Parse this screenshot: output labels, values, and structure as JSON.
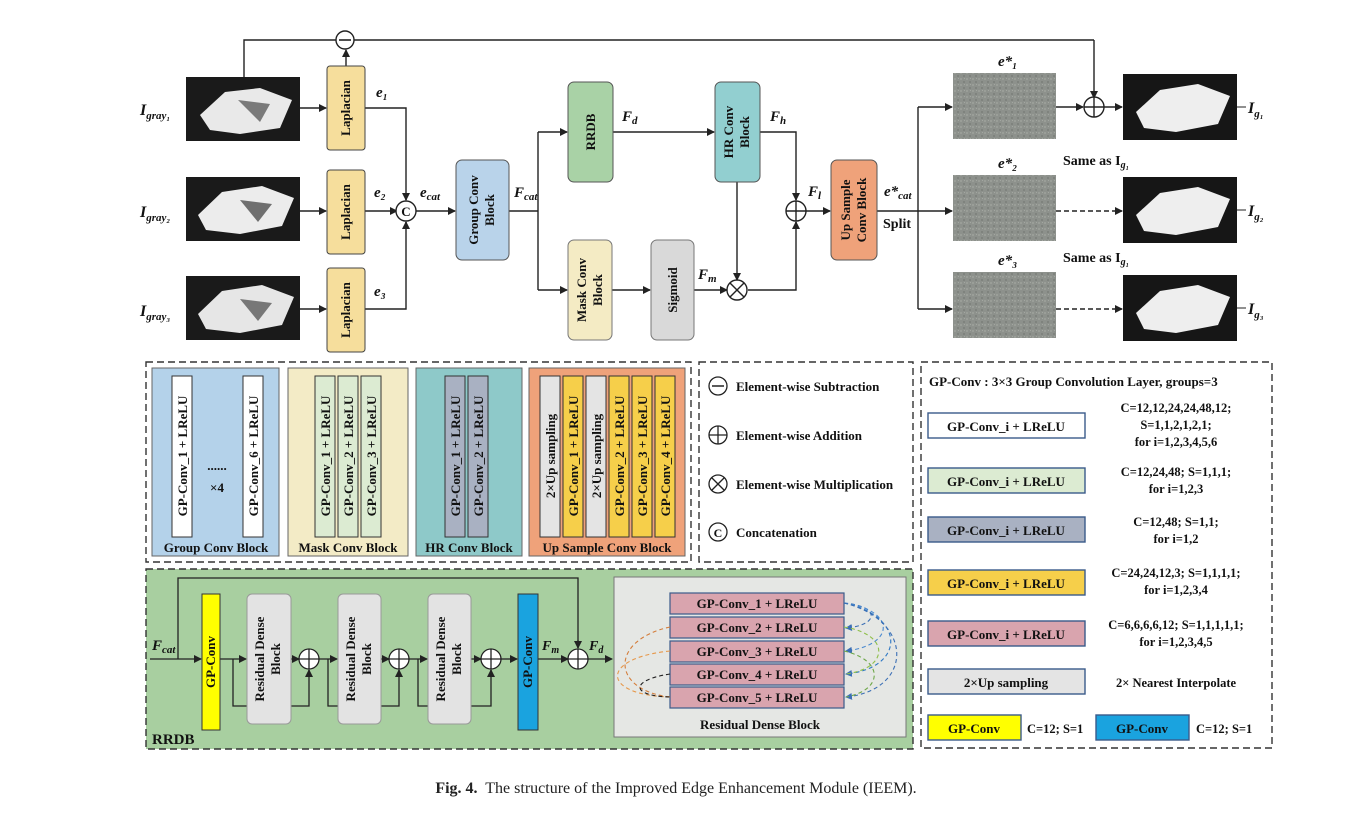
{
  "inputs": [
    {
      "label": "I",
      "sub": "gray₁"
    },
    {
      "label": "I",
      "sub": "gray₂"
    },
    {
      "label": "I",
      "sub": "gray₃"
    }
  ],
  "outputs": [
    {
      "label": "I",
      "sub": "g₁"
    },
    {
      "label": "I",
      "sub": "g₂"
    },
    {
      "label": "I",
      "sub": "g₃"
    }
  ],
  "blocks": {
    "laplacian": "Laplacian",
    "group_conv": [
      "Group Conv",
      "Block"
    ],
    "rrdb": "RRDB",
    "hr_conv": [
      "HR Conv",
      "Block"
    ],
    "mask_conv": [
      "Mask Conv",
      "Block"
    ],
    "sigmoid": "Sigmoid",
    "up_sample": [
      "Up Sample",
      "Conv Block"
    ]
  },
  "signals": {
    "e1": "e₁",
    "e2": "e₂",
    "e3": "e₃",
    "ecat": "e",
    "ecat_sub": "cat",
    "fcat": "F",
    "fcat_sub": "cat",
    "fd": "F",
    "fd_sub": "d",
    "fh": "F",
    "fh_sub": "h",
    "fl": "F",
    "fl_sub": "l",
    "fm": "F",
    "fm_sub": "m",
    "ecat_star": "e*",
    "ecat_star_sub": "cat",
    "split": "Split",
    "e1s": "e*₁",
    "e2s": "e*₂",
    "e3s": "e*₃",
    "same_as": "Same as I",
    "same_as_sub": "g₁"
  },
  "concat_symbol": "C",
  "legend_panels": {
    "group_conv": {
      "title": "Group Conv Block",
      "layers": [
        "GP-Conv_1 + LReLU",
        "GP-Conv_6 + LReLU"
      ],
      "dots": "......",
      "times": "×4"
    },
    "mask_conv": {
      "title": "Mask Conv Block",
      "layers": [
        "GP-Conv_1 + LReLU",
        "GP-Conv_2 + LReLU",
        "GP-Conv_3 + LReLU"
      ]
    },
    "hr_conv": {
      "title": "HR Conv Block",
      "layers": [
        "GP-Conv_1 + LReLU",
        "GP-Conv_2 + LReLU"
      ]
    },
    "up_sample": {
      "title": "Up Sample Conv Block",
      "layers": [
        "2×Up sampling",
        "GP-Conv_1 + LReLU",
        "2×Up sampling",
        "GP-Conv_2 + LReLU",
        "GP-Conv_3 + LReLU",
        "GP-Conv_4 + LReLU"
      ]
    }
  },
  "ops_legend": [
    {
      "symbol": "−",
      "text": "Element-wise Subtraction"
    },
    {
      "symbol": "+",
      "text": "Element-wise Addition"
    },
    {
      "symbol": "×",
      "text": "Element-wise Multiplication"
    },
    {
      "symbol": "C",
      "text": "Concatenation"
    }
  ],
  "gp_conv_legend": {
    "title": "GP-Conv : 3×3 Group Convolution Layer, groups=3",
    "rows": [
      {
        "label": "GP-Conv_i + LReLU",
        "color": "#ffffff",
        "desc": [
          "C=12,12,24,24,48,12;",
          "S=1,1,2,1,2,1;",
          "for i=1,2,3,4,5,6"
        ]
      },
      {
        "label": "GP-Conv_i + LReLU",
        "color": "#dcebd2",
        "desc": [
          "C=12,24,48; S=1,1,1;",
          "for i=1,2,3"
        ]
      },
      {
        "label": "GP-Conv_i + LReLU",
        "color": "#a9b1c2",
        "desc": [
          "C=12,48; S=1,1;",
          "for i=1,2"
        ]
      },
      {
        "label": "GP-Conv_i + LReLU",
        "color": "#f6cf4a",
        "desc": [
          "C=24,24,12,3; S=1,1,1,1;",
          "for i=1,2,3,4"
        ]
      },
      {
        "label": "GP-Conv_i + LReLU",
        "color": "#d9a4ae",
        "desc": [
          "C=6,6,6,6,12; S=1,1,1,1,1;",
          "for i=1,2,3,4,5"
        ]
      },
      {
        "label": "2×Up sampling",
        "color": "#e4e4e4",
        "desc": [
          "2× Nearest Interpolate"
        ]
      }
    ],
    "gp_yellow": {
      "label": "GP-Conv",
      "desc": "C=12; S=1"
    },
    "gp_blue": {
      "label": "GP-Conv",
      "desc": "C=12; S=1"
    }
  },
  "rrdb_panel": {
    "title": "RRDB",
    "input": "F",
    "input_sub": "cat",
    "fm": "F",
    "fm_sub": "m",
    "fd": "F",
    "fd_sub": "d",
    "gp_conv": "GP-Conv",
    "rdb": [
      "Residual Dense",
      "Block"
    ],
    "rdb_title": "Residual Dense Block",
    "rdb_layers": [
      "GP-Conv_1 + LReLU",
      "GP-Conv_2 + LReLU",
      "GP-Conv_3 + LReLU",
      "GP-Conv_4 + LReLU",
      "GP-Conv_5 + LReLU"
    ]
  },
  "caption": {
    "fig": "Fig. 4.",
    "text": "The structure of the Improved Edge Enhancement Module (IEEM)."
  },
  "colors": {
    "laplacian": "#f6de9c",
    "group_conv": "#b9d3ea",
    "rrdb": "#a9d2a6",
    "hr_conv": "#92cfd0",
    "mask_conv": "#f4ebc4",
    "sigmoid": "#d9d9d9",
    "up_sample": "#efa27a",
    "rrdb_panel": "#a8cfa0",
    "legend_blue": "#b4d2ea",
    "legend_yellow": "#f3ebc6",
    "legend_teal": "#8ec9c9",
    "legend_orange": "#efa27a",
    "gp_yellow": "#ffff00",
    "gp_blue": "#1aa3df"
  }
}
